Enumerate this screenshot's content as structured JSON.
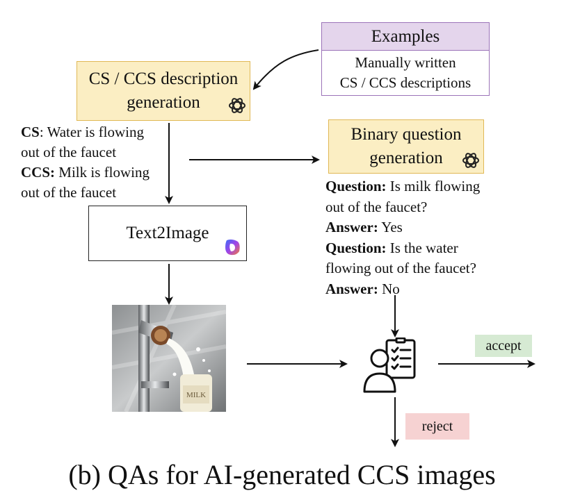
{
  "examples": {
    "title": "Examples",
    "lines": [
      "Manually written",
      "CS / CCS descriptions"
    ],
    "title_bg": "#e4d5ec",
    "border": "#9b72b8"
  },
  "desc_gen": {
    "lines": [
      "CS / CCS description",
      "generation"
    ],
    "icon": "openai-icon"
  },
  "descriptions": {
    "cs_label": "CS",
    "cs_text": ": Water is flowing",
    "cs_text2": "out of the faucet",
    "ccs_label": "CCS:",
    "ccs_text": " Milk is flowing",
    "ccs_text2": "out of the faucet"
  },
  "binary_gen": {
    "lines": [
      "Binary question",
      "generation"
    ],
    "icon": "openai-icon"
  },
  "qa": {
    "q_label": "Question:",
    "q1": " Is milk flowing",
    "q1b": "out of the faucet?",
    "a_label": "Answer:",
    "a1": " Yes",
    "q2": " Is the water",
    "q2b": "flowing out of the faucet?",
    "a2": " No"
  },
  "text2image": {
    "label": "Text2Image",
    "icon": "copilot-icon"
  },
  "generated_image": {
    "icon": "milk-faucet-image",
    "bottle_text": "MILK"
  },
  "reviewer": {
    "icon": "human-review-icon"
  },
  "accept": {
    "label": "accept",
    "color": "#d6ead3"
  },
  "reject": {
    "label": "reject",
    "color": "#f6d2d2"
  },
  "caption": "(b) QAs for AI-generated CCS images"
}
